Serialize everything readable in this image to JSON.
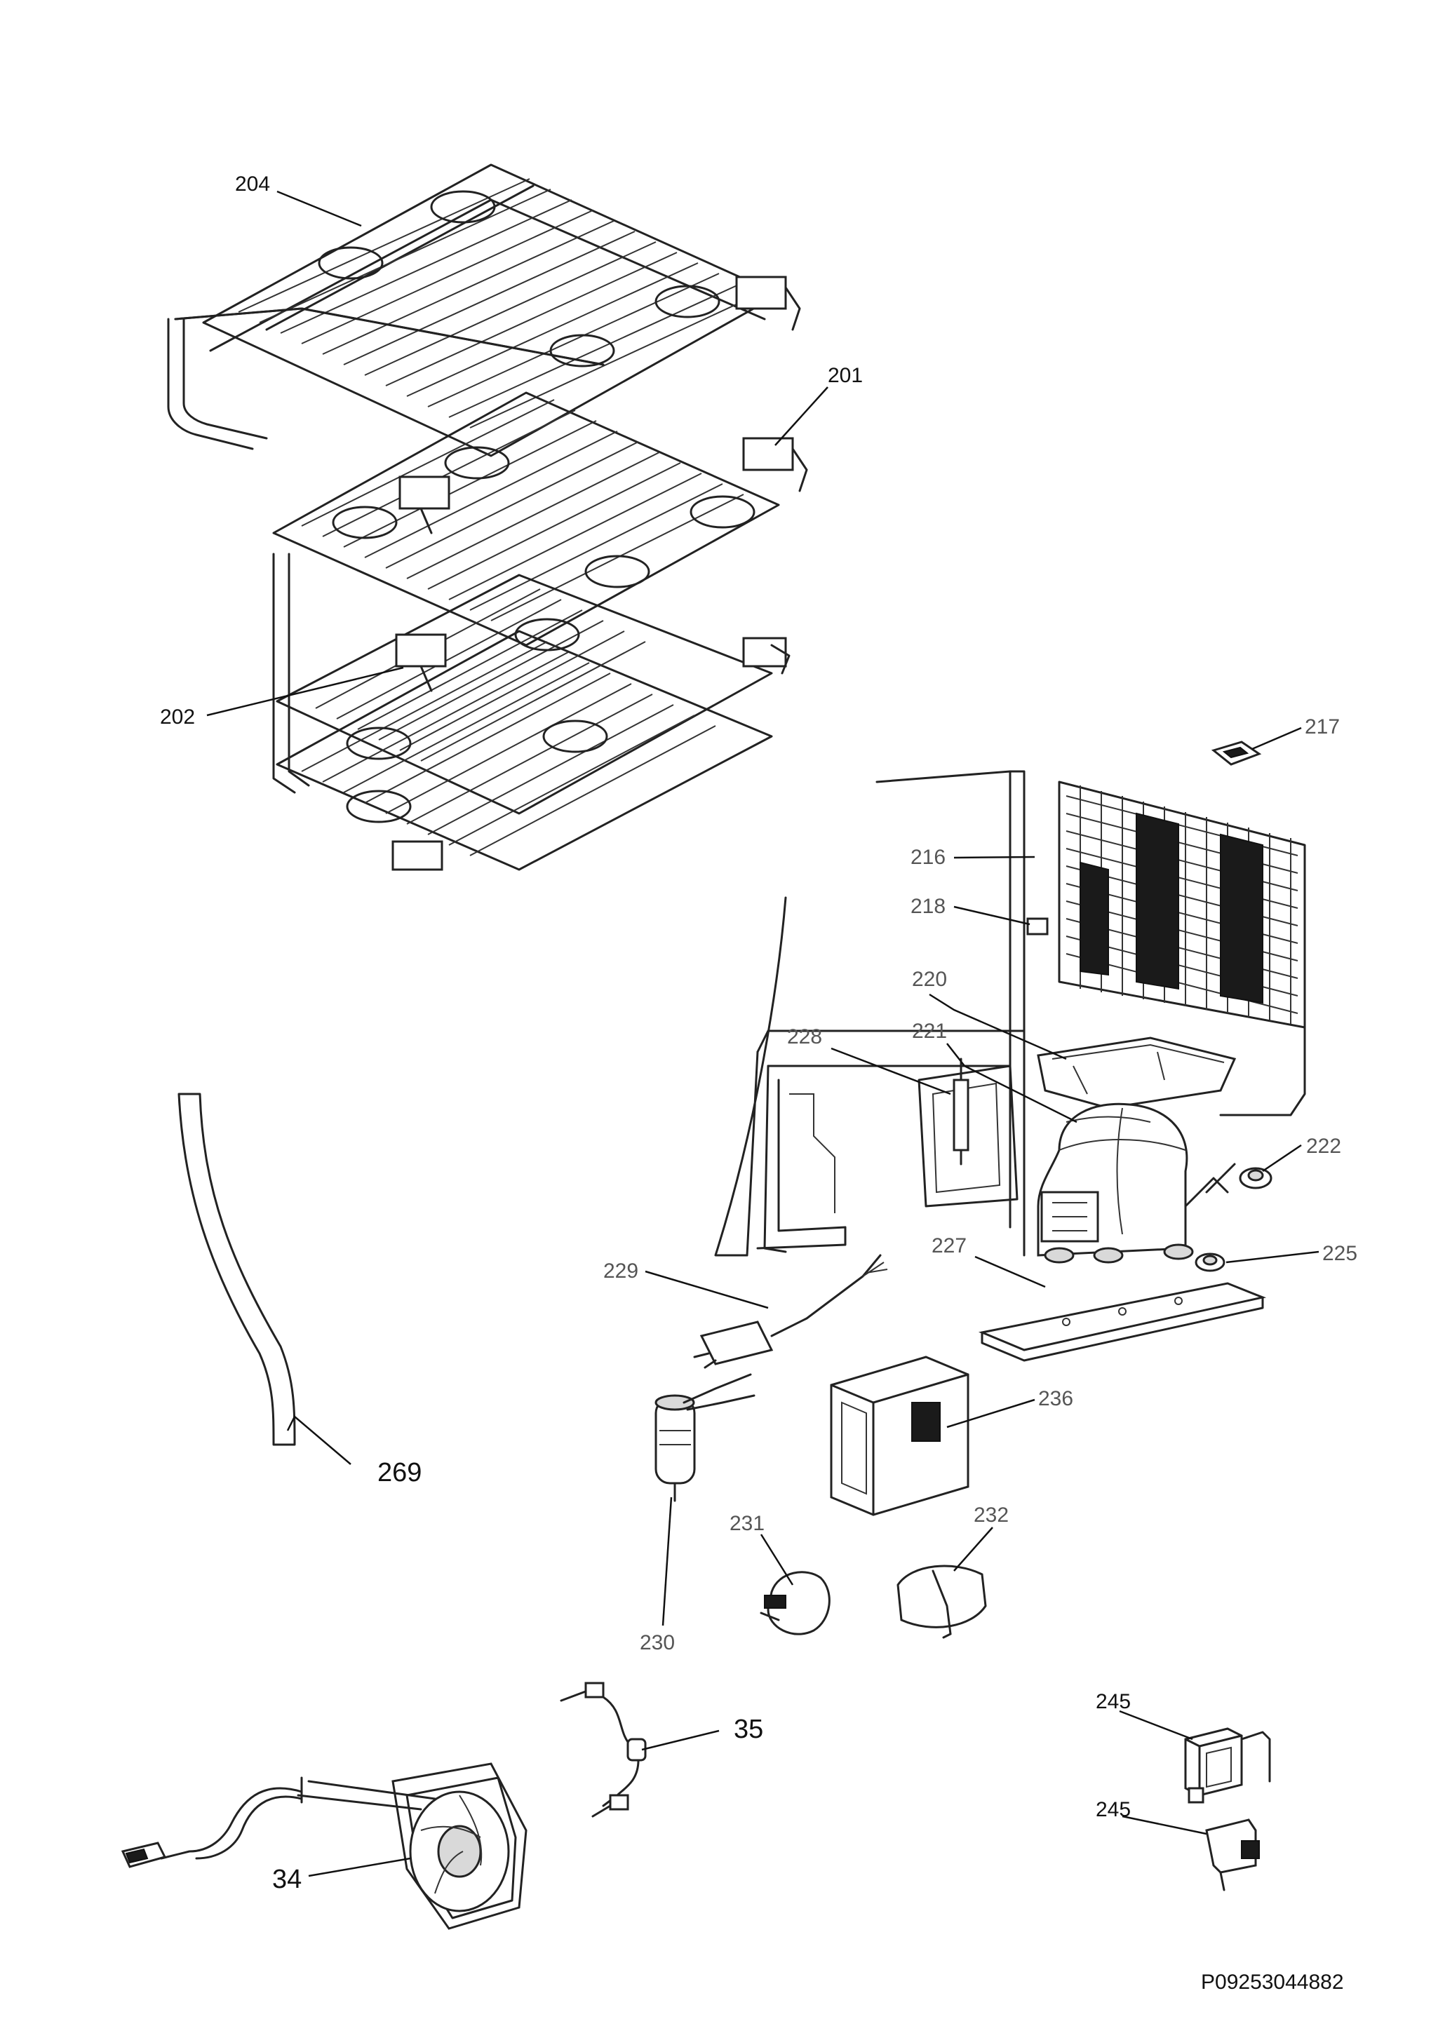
{
  "callouts": {
    "c204": "204",
    "c201": "201",
    "c202": "202",
    "c217": "217",
    "c216": "216",
    "c218": "218",
    "c220": "220",
    "c228": "228",
    "c221": "221",
    "c222": "222",
    "c225": "225",
    "c227": "227",
    "c229": "229",
    "c236": "236",
    "c269": "269",
    "c231": "231",
    "c232": "232",
    "c230": "230",
    "c35": "35",
    "c245a": "245",
    "c245b": "245",
    "c34": "34"
  },
  "document_number": "P09253044882"
}
